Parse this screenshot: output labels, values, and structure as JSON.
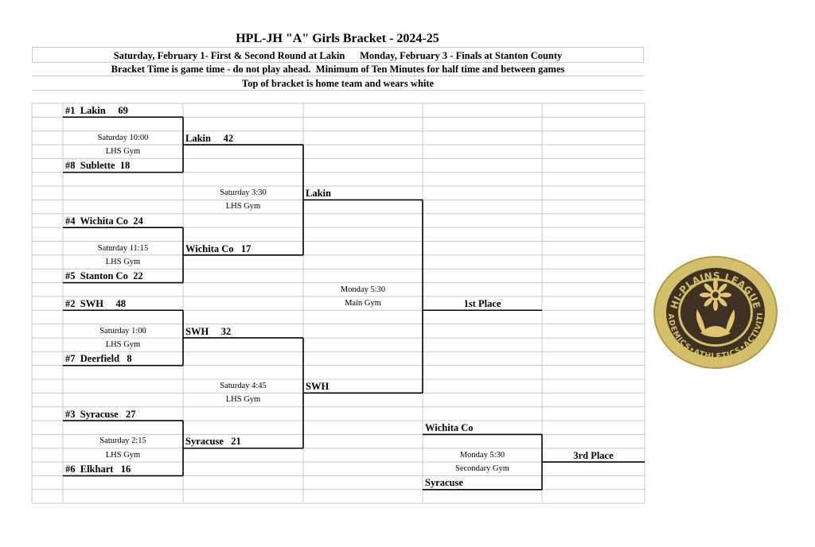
{
  "title": "HPL-JH \"A\" Girls Bracket - 2024-25",
  "header": {
    "line1": "Saturday, February 1- First & Second Round at Lakin      Monday, February 3 - Finals at Stanton County",
    "line2": "Bracket Time is game time - do not play ahead.  Minimum of Ten Minutes for half time and between games",
    "line3": "Top of bracket is home team and wears white"
  },
  "round1": [
    {
      "top": "#1  Lakin     69",
      "bottom": "#8  Sublette  18",
      "time": "Saturday 10:00",
      "venue": "LHS Gym"
    },
    {
      "top": "#4  Wichita Co  24",
      "bottom": "#5  Stanton Co  22",
      "time": "Saturday 11:15",
      "venue": "LHS Gym"
    },
    {
      "top": "#2  SWH     48",
      "bottom": "#7  Deerfield   8",
      "time": "Saturday 1:00",
      "venue": "LHS Gym"
    },
    {
      "top": "#3  Syracuse   27",
      "bottom": "#6  Elkhart   16",
      "time": "Saturday 2:15",
      "venue": "LHS Gym"
    }
  ],
  "round2": [
    {
      "top": "Lakin     42",
      "bottom": "Wichita Co   17",
      "time": "Saturday 3:30",
      "venue": "LHS Gym"
    },
    {
      "top": "SWH     32",
      "bottom": "Syracuse   21",
      "time": "Saturday 4:45",
      "venue": "LHS Gym"
    }
  ],
  "final": {
    "top": "Lakin",
    "bottom": "SWH",
    "time": "Monday 5:30",
    "venue": "Main Gym",
    "result_label": "1st Place"
  },
  "third": {
    "top": "Wichita Co",
    "bottom": "Syracuse",
    "time": "Monday 5:30",
    "venue": "Secondary Gym",
    "result_label": "3rd Place"
  },
  "logo": {
    "top_text": "HI-PLAINS LEAGUE",
    "bottom_text": "ACADEMICS•ATHLETICS•ACTIVITIES",
    "gold": "#d4bf6a",
    "dark": "#3e3222"
  },
  "colors": {
    "gridline": "#c9c9c9",
    "bracket": "#000000"
  }
}
